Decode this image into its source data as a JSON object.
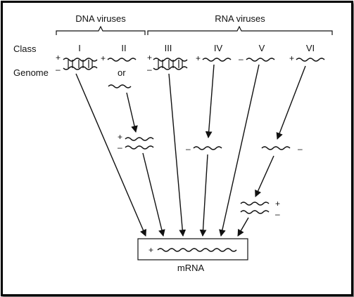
{
  "groups": {
    "dna": "DNA viruses",
    "rna": "RNA viruses"
  },
  "row_labels": {
    "class": "Class",
    "genome": "Genome"
  },
  "classes": [
    "I",
    "II",
    "III",
    "IV",
    "V",
    "VI"
  ],
  "or_text": "or",
  "plus": "+",
  "minus": "–",
  "output": {
    "label": "mRNA"
  },
  "colors": {
    "ink": "#111111",
    "frame": "#000000",
    "background": "#ffffff"
  }
}
